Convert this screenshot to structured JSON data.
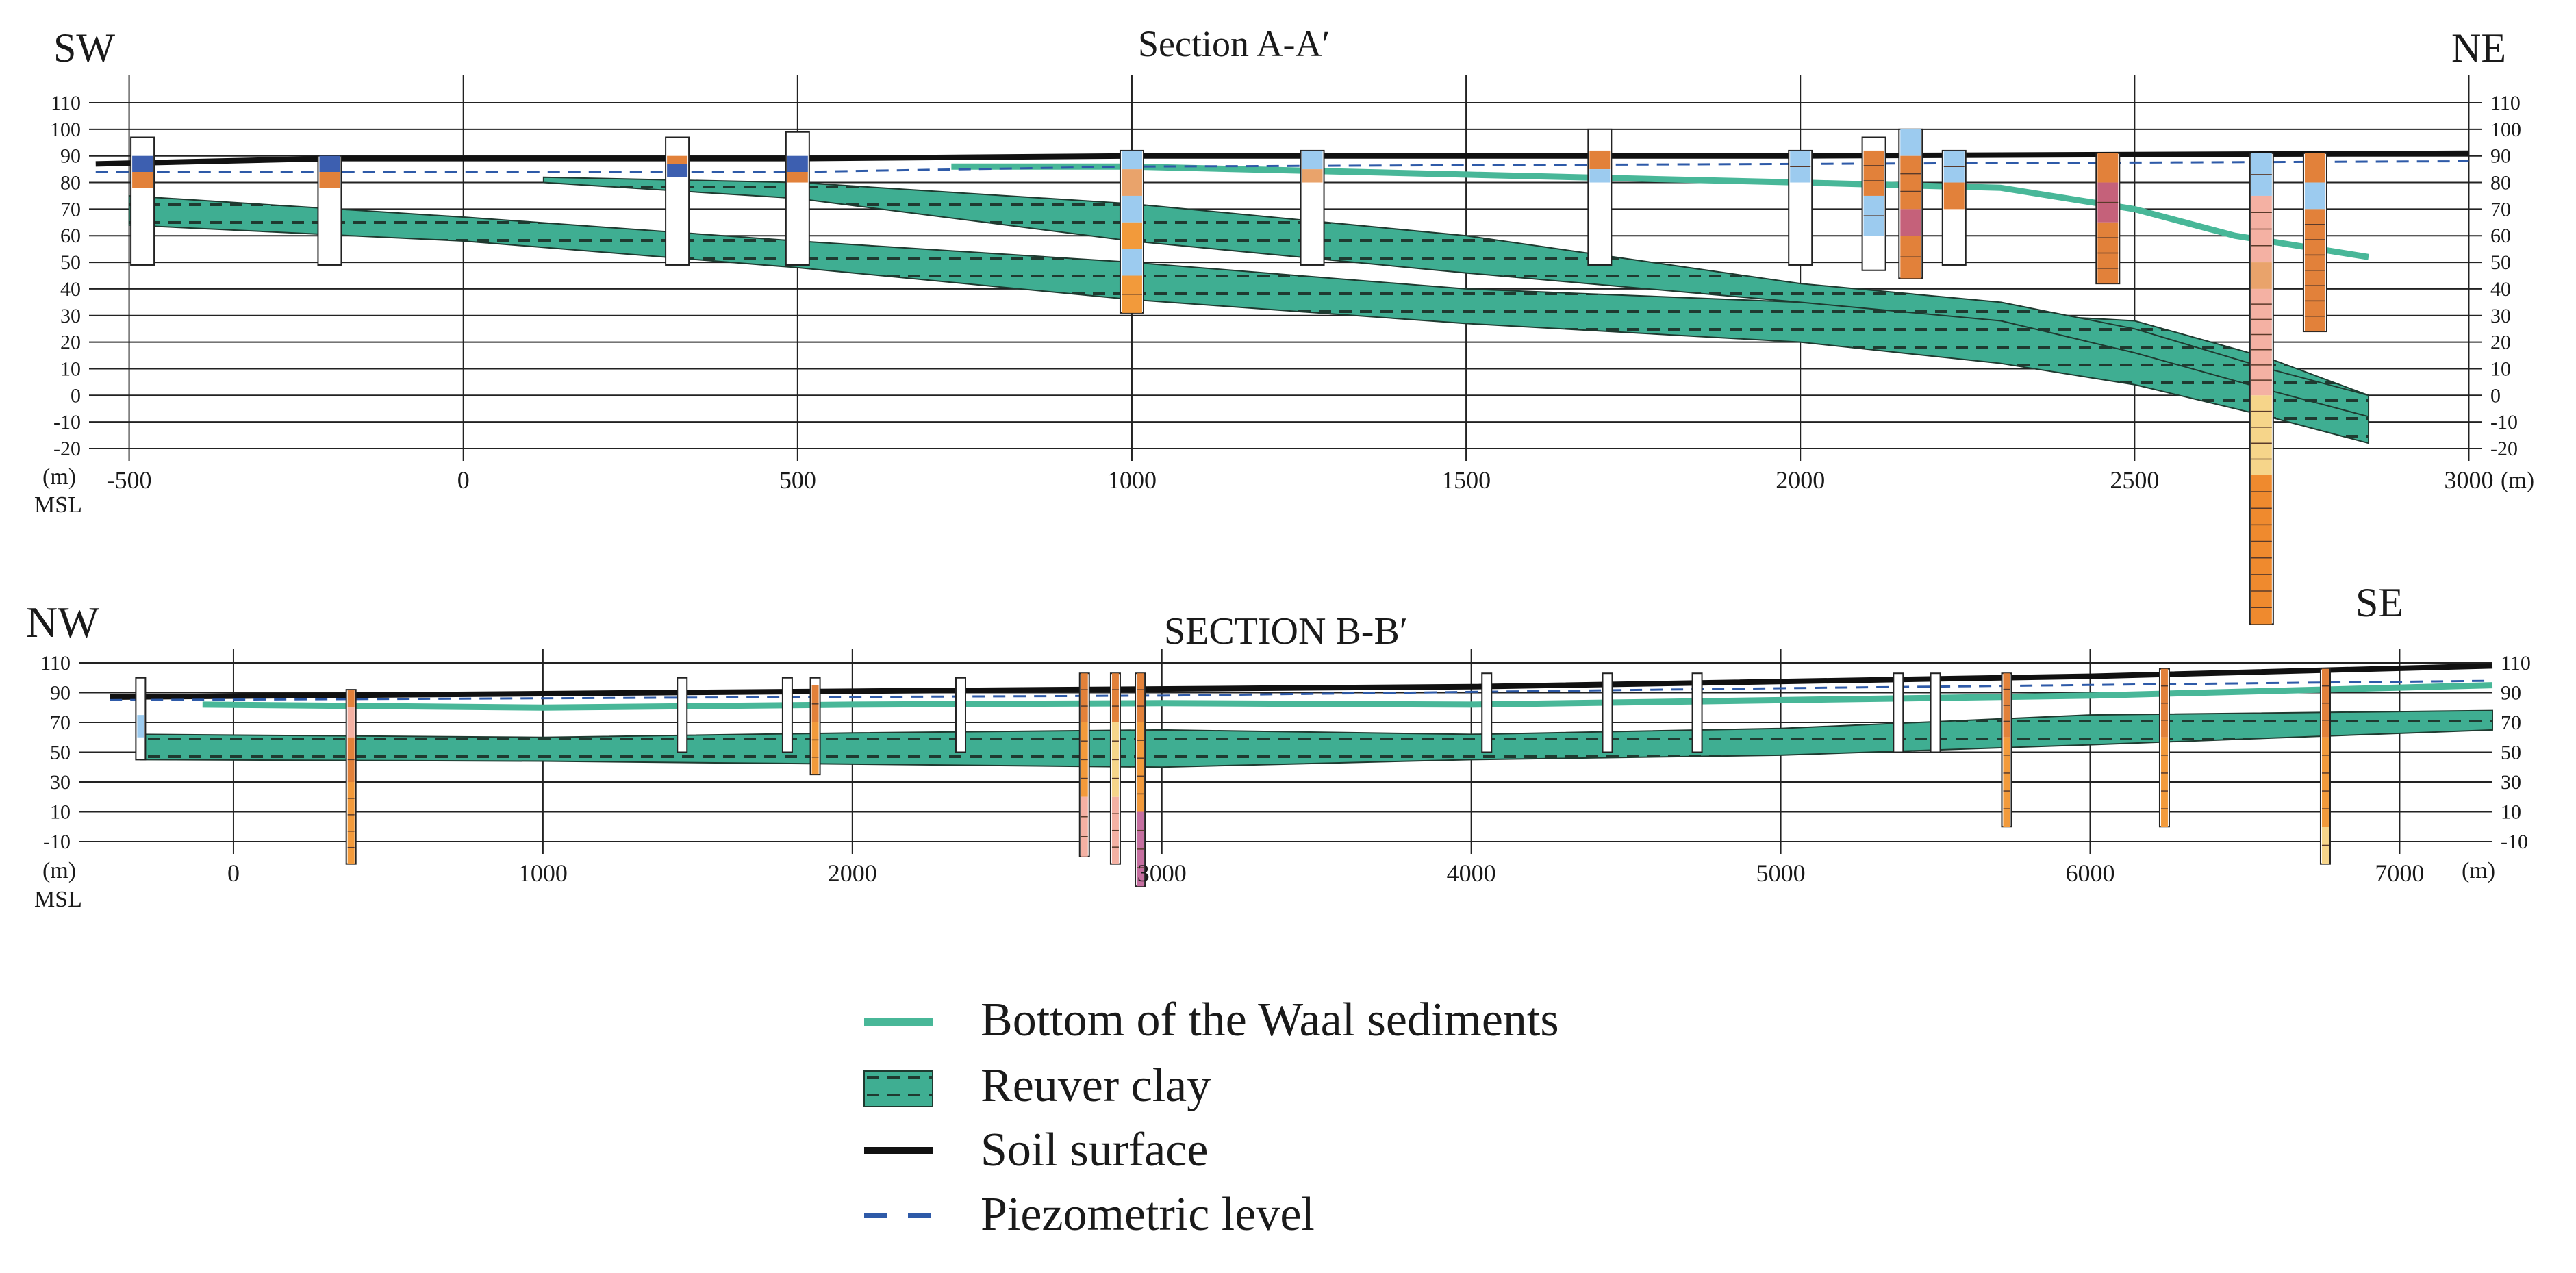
{
  "colors": {
    "clay": "#3fae92",
    "clay_dash": "#1f3a30",
    "waal": "#48b798",
    "soil": "#111111",
    "piezo": "#2e5aa8",
    "grid": "#222222"
  },
  "sections": [
    {
      "id": "A",
      "title": "Section A-A′",
      "left_label": "SW",
      "right_label": "NE",
      "unit_left": "(m)",
      "unit_msl": "MSL",
      "unit_right": "(m)",
      "x_range": [
        -560,
        3020
      ],
      "y_range": [
        -20,
        110
      ],
      "x_ticks": [
        -500,
        0,
        500,
        1000,
        1500,
        2000,
        2500,
        3000
      ],
      "y_ticks": [
        -20,
        -10,
        0,
        10,
        20,
        30,
        40,
        50,
        60,
        70,
        80,
        90,
        100,
        110
      ],
      "soil_surface": [
        [
          -550,
          87
        ],
        [
          -200,
          89
        ],
        [
          500,
          89
        ],
        [
          1000,
          90
        ],
        [
          2000,
          90
        ],
        [
          3000,
          91
        ]
      ],
      "piezometric": [
        [
          -550,
          84
        ],
        [
          500,
          84
        ],
        [
          1000,
          86
        ],
        [
          2000,
          87
        ],
        [
          3000,
          88
        ]
      ],
      "waal_bottom": [
        [
          730,
          86
        ],
        [
          1000,
          86
        ],
        [
          1500,
          83
        ],
        [
          2000,
          80
        ],
        [
          2300,
          78
        ],
        [
          2500,
          70
        ],
        [
          2650,
          60
        ],
        [
          2850,
          52
        ]
      ],
      "clay_layers": [
        {
          "top": [
            [
              -500,
              75
            ],
            [
              0,
              67
            ],
            [
              500,
              58
            ],
            [
              1000,
              50
            ],
            [
              1500,
              40
            ],
            [
              2000,
              35
            ],
            [
              2500,
              28
            ],
            [
              2700,
              14
            ],
            [
              2850,
              0
            ]
          ],
          "bottom": [
            [
              -500,
              64
            ],
            [
              0,
              58
            ],
            [
              500,
              48
            ],
            [
              1000,
              36
            ],
            [
              1500,
              27
            ],
            [
              2000,
              20
            ],
            [
              2300,
              12
            ],
            [
              2500,
              4
            ],
            [
              2700,
              -8
            ],
            [
              2850,
              -18
            ]
          ]
        },
        {
          "top": [
            [
              120,
              82
            ],
            [
              500,
              80
            ],
            [
              1000,
              72
            ],
            [
              1500,
              60
            ],
            [
              2000,
              42
            ],
            [
              2300,
              35
            ],
            [
              2500,
              25
            ],
            [
              2700,
              10
            ],
            [
              2850,
              0
            ]
          ],
          "bottom": [
            [
              120,
              80
            ],
            [
              500,
              74
            ],
            [
              1000,
              58
            ],
            [
              1500,
              46
            ],
            [
              2000,
              35
            ],
            [
              2300,
              28
            ],
            [
              2500,
              16
            ],
            [
              2700,
              2
            ],
            [
              2850,
              -8
            ]
          ]
        }
      ],
      "boreholes": [
        {
          "x": -480,
          "top": 97,
          "bottom": 49,
          "log": [
            [
              84,
              90,
              "#3d5fb0"
            ],
            [
              78,
              84,
              "#e2813a"
            ]
          ]
        },
        {
          "x": -200,
          "top": 90,
          "bottom": 49,
          "log": [
            [
              84,
              90,
              "#3d5fb0"
            ],
            [
              78,
              84,
              "#e2813a"
            ]
          ]
        },
        {
          "x": 320,
          "top": 97,
          "bottom": 49,
          "log": [
            [
              87,
              90,
              "#e2813a"
            ],
            [
              82,
              87,
              "#3d5fb0"
            ]
          ]
        },
        {
          "x": 500,
          "top": 99,
          "bottom": 49,
          "log": [
            [
              84,
              90,
              "#3d5fb0"
            ],
            [
              80,
              84,
              "#e2813a"
            ]
          ]
        },
        {
          "x": 1000,
          "top": 92,
          "bottom": 31,
          "log": [
            [
              85,
              92,
              "#9ccbef"
            ],
            [
              75,
              85,
              "#e9a36b"
            ],
            [
              65,
              75,
              "#9ccbef"
            ],
            [
              55,
              65,
              "#f29a3b"
            ],
            [
              45,
              55,
              "#9ccbef"
            ],
            [
              31,
              45,
              "#f29a3b"
            ]
          ]
        },
        {
          "x": 1270,
          "top": 92,
          "bottom": 49,
          "log": [
            [
              85,
              92,
              "#9ccbef"
            ],
            [
              80,
              85,
              "#e9a36b"
            ]
          ]
        },
        {
          "x": 1700,
          "top": 100,
          "bottom": 49,
          "log": [
            [
              85,
              92,
              "#e2813a"
            ],
            [
              80,
              85,
              "#9ccbef"
            ]
          ]
        },
        {
          "x": 2000,
          "top": 92,
          "bottom": 49,
          "log": [
            [
              80,
              92,
              "#9ccbef"
            ]
          ]
        },
        {
          "x": 2110,
          "top": 97,
          "bottom": 47,
          "log": [
            [
              75,
              92,
              "#e2813a"
            ],
            [
              60,
              75,
              "#9ccbef"
            ]
          ]
        },
        {
          "x": 2165,
          "top": 100,
          "bottom": 44,
          "log": [
            [
              90,
              100,
              "#9ccbef"
            ],
            [
              70,
              90,
              "#e2813a"
            ],
            [
              60,
              70,
              "#c5617a"
            ],
            [
              44,
              60,
              "#e2813a"
            ]
          ]
        },
        {
          "x": 2230,
          "top": 92,
          "bottom": 49,
          "log": [
            [
              80,
              92,
              "#9ccbef"
            ],
            [
              70,
              80,
              "#e2813a"
            ]
          ]
        },
        {
          "x": 2460,
          "top": 91,
          "bottom": 42,
          "log": [
            [
              80,
              91,
              "#e2813a"
            ],
            [
              65,
              80,
              "#c5617a"
            ],
            [
              42,
              65,
              "#e2813a"
            ]
          ]
        },
        {
          "x": 2690,
          "top": 91,
          "bottom": -86,
          "log": [
            [
              75,
              91,
              "#9ccbef"
            ],
            [
              50,
              75,
              "#f4b1a3"
            ],
            [
              40,
              50,
              "#e9a36b"
            ],
            [
              0,
              40,
              "#f4b1a3"
            ],
            [
              -30,
              0,
              "#f6d58a"
            ],
            [
              -86,
              -30,
              "#ef8a2e"
            ]
          ]
        },
        {
          "x": 2770,
          "top": 91,
          "bottom": 24,
          "log": [
            [
              80,
              91,
              "#e2813a"
            ],
            [
              70,
              80,
              "#9ccbef"
            ],
            [
              24,
              70,
              "#e2813a"
            ]
          ]
        }
      ]
    },
    {
      "id": "B",
      "title": "SECTION B-B′",
      "left_label": "NW",
      "right_label": "SE",
      "unit_left": "(m)",
      "unit_msl": "MSL",
      "unit_right": "(m)",
      "x_range": [
        -500,
        7300
      ],
      "y_range": [
        -10,
        110
      ],
      "x_ticks": [
        0,
        1000,
        2000,
        3000,
        4000,
        5000,
        6000,
        7000
      ],
      "y_ticks": [
        -10,
        10,
        30,
        50,
        70,
        90,
        110
      ],
      "soil_surface": [
        [
          -400,
          87
        ],
        [
          2000,
          91
        ],
        [
          4000,
          94
        ],
        [
          6000,
          101
        ],
        [
          7300,
          108
        ]
      ],
      "piezometric": [
        [
          -400,
          85
        ],
        [
          3000,
          88
        ],
        [
          5000,
          93
        ],
        [
          7300,
          98
        ]
      ],
      "waal_bottom": [
        [
          -100,
          82
        ],
        [
          1000,
          80
        ],
        [
          2000,
          82
        ],
        [
          3000,
          83
        ],
        [
          4000,
          82
        ],
        [
          5000,
          85
        ],
        [
          6000,
          88
        ],
        [
          7300,
          95
        ]
      ],
      "clay_layers": [
        {
          "top": [
            [
              -300,
              62
            ],
            [
              1000,
              60
            ],
            [
              2000,
              63
            ],
            [
              3000,
              65
            ],
            [
              4000,
              62
            ],
            [
              5000,
              66
            ],
            [
              6000,
              75
            ],
            [
              7300,
              78
            ]
          ],
          "bottom": [
            [
              -300,
              45
            ],
            [
              1000,
              44
            ],
            [
              2000,
              42
            ],
            [
              3000,
              40
            ],
            [
              4000,
              45
            ],
            [
              5000,
              48
            ],
            [
              6000,
              55
            ],
            [
              7300,
              65
            ]
          ]
        }
      ],
      "boreholes": [
        {
          "x": -300,
          "top": 100,
          "bottom": 45,
          "log": [
            [
              60,
              75,
              "#9ccbef"
            ]
          ]
        },
        {
          "x": 380,
          "top": 92,
          "bottom": -25,
          "log": [
            [
              80,
              92,
              "#e2813a"
            ],
            [
              60,
              80,
              "#f4b1a3"
            ],
            [
              30,
              60,
              "#e2813a"
            ],
            [
              -25,
              30,
              "#f29a3b"
            ]
          ]
        },
        {
          "x": 1450,
          "top": 100,
          "bottom": 50,
          "log": []
        },
        {
          "x": 1790,
          "top": 100,
          "bottom": 50,
          "log": []
        },
        {
          "x": 1880,
          "top": 100,
          "bottom": 35,
          "log": [
            [
              70,
              95,
              "#e2813a"
            ],
            [
              35,
              70,
              "#f29a3b"
            ]
          ]
        },
        {
          "x": 2350,
          "top": 100,
          "bottom": 50,
          "log": []
        },
        {
          "x": 2750,
          "top": 103,
          "bottom": -20,
          "log": [
            [
              70,
              103,
              "#e2813a"
            ],
            [
              20,
              70,
              "#f29a3b"
            ],
            [
              -20,
              20,
              "#f4b1a3"
            ]
          ]
        },
        {
          "x": 2850,
          "top": 103,
          "bottom": -25,
          "log": [
            [
              70,
              103,
              "#e2813a"
            ],
            [
              20,
              70,
              "#f6d58a"
            ],
            [
              -25,
              20,
              "#f4b1a3"
            ]
          ]
        },
        {
          "x": 2930,
          "top": 103,
          "bottom": -40,
          "log": [
            [
              70,
              103,
              "#e2813a"
            ],
            [
              10,
              70,
              "#f29a3b"
            ],
            [
              -40,
              10,
              "#c56fa0"
            ]
          ]
        },
        {
          "x": 4050,
          "top": 103,
          "bottom": 50,
          "log": []
        },
        {
          "x": 4440,
          "top": 103,
          "bottom": 50,
          "log": []
        },
        {
          "x": 4730,
          "top": 103,
          "bottom": 50,
          "log": []
        },
        {
          "x": 5380,
          "top": 103,
          "bottom": 50,
          "log": []
        },
        {
          "x": 5500,
          "top": 103,
          "bottom": 50,
          "log": []
        },
        {
          "x": 5730,
          "top": 103,
          "bottom": 0,
          "log": [
            [
              60,
              103,
              "#e2813a"
            ],
            [
              0,
              60,
              "#f29a3b"
            ]
          ]
        },
        {
          "x": 6240,
          "top": 106,
          "bottom": 0,
          "log": [
            [
              60,
              106,
              "#e2813a"
            ],
            [
              0,
              60,
              "#f29a3b"
            ]
          ]
        },
        {
          "x": 6760,
          "top": 106,
          "bottom": -25,
          "log": [
            [
              60,
              106,
              "#e2813a"
            ],
            [
              0,
              60,
              "#f29a3b"
            ],
            [
              -25,
              0,
              "#f6d58a"
            ]
          ]
        }
      ]
    }
  ],
  "legend": [
    {
      "key": "waal",
      "label": "Bottom of the Waal sediments"
    },
    {
      "key": "clay",
      "label": "Reuver clay"
    },
    {
      "key": "soil",
      "label": "Soil surface"
    },
    {
      "key": "piezo",
      "label": "Piezometric level"
    }
  ]
}
